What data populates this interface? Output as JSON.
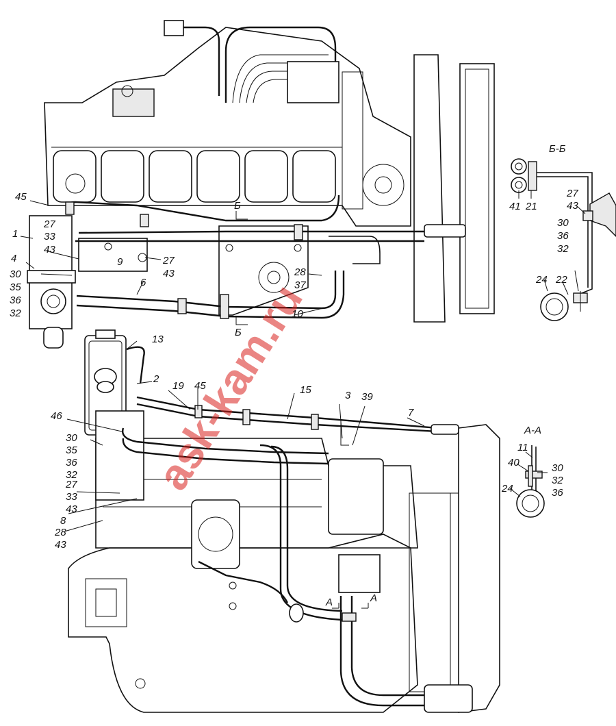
{
  "watermark": "ask-kam.ru",
  "sections": {
    "bb_title": "Б-Б",
    "aa_title": "А-А",
    "cut_b_top": "Б",
    "cut_b_bottom": "Б",
    "cut_a_left": "А",
    "cut_a_right": "А"
  },
  "callouts": [
    {
      "id": "c45a",
      "text": "45"
    },
    {
      "id": "c1",
      "text": "1"
    },
    {
      "id": "c27a",
      "text": "27"
    },
    {
      "id": "c33a",
      "text": "33"
    },
    {
      "id": "c43a",
      "text": "43"
    },
    {
      "id": "c4",
      "text": "4"
    },
    {
      "id": "c30a",
      "text": "30"
    },
    {
      "id": "c35a",
      "text": "35"
    },
    {
      "id": "c36a",
      "text": "36"
    },
    {
      "id": "c32a",
      "text": "32"
    },
    {
      "id": "c9",
      "text": "9"
    },
    {
      "id": "c6",
      "text": "6"
    },
    {
      "id": "c27b",
      "text": "27"
    },
    {
      "id": "c43b",
      "text": "43"
    },
    {
      "id": "c28a",
      "text": "28"
    },
    {
      "id": "c37",
      "text": "37"
    },
    {
      "id": "c10",
      "text": "10"
    },
    {
      "id": "c41",
      "text": "41"
    },
    {
      "id": "c21",
      "text": "21"
    },
    {
      "id": "c27c",
      "text": "27"
    },
    {
      "id": "c43c",
      "text": "43"
    },
    {
      "id": "c30b",
      "text": "30"
    },
    {
      "id": "c36b",
      "text": "36"
    },
    {
      "id": "c32b",
      "text": "32"
    },
    {
      "id": "c24a",
      "text": "24"
    },
    {
      "id": "c22",
      "text": "22"
    },
    {
      "id": "c13",
      "text": "13"
    },
    {
      "id": "c2",
      "text": "2"
    },
    {
      "id": "c19",
      "text": "19"
    },
    {
      "id": "c45b",
      "text": "45"
    },
    {
      "id": "c15",
      "text": "15"
    },
    {
      "id": "c3",
      "text": "3"
    },
    {
      "id": "c39",
      "text": "39"
    },
    {
      "id": "c7",
      "text": "7"
    },
    {
      "id": "c46",
      "text": "46"
    },
    {
      "id": "c30c",
      "text": "30"
    },
    {
      "id": "c35b",
      "text": "35"
    },
    {
      "id": "c36c",
      "text": "36"
    },
    {
      "id": "c32c",
      "text": "32"
    },
    {
      "id": "c27d",
      "text": "27"
    },
    {
      "id": "c33b",
      "text": "33"
    },
    {
      "id": "c43d",
      "text": "43"
    },
    {
      "id": "c8",
      "text": "8"
    },
    {
      "id": "c28b",
      "text": "28"
    },
    {
      "id": "c43e",
      "text": "43"
    },
    {
      "id": "c11",
      "text": "11"
    },
    {
      "id": "c40",
      "text": "40"
    },
    {
      "id": "c30d",
      "text": "30"
    },
    {
      "id": "c32d",
      "text": "32"
    },
    {
      "id": "c36d",
      "text": "36"
    },
    {
      "id": "c24b",
      "text": "24"
    }
  ]
}
